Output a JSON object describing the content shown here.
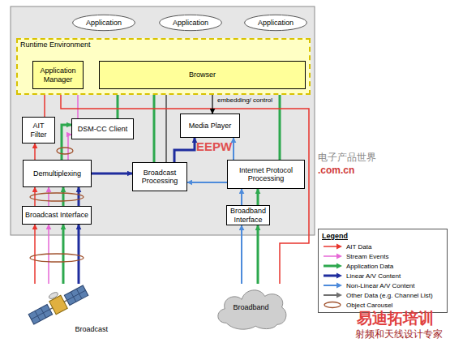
{
  "diagram": {
    "nodes": [
      {
        "text": [
          "Application"
        ]
      },
      {
        "text": [
          "Application"
        ]
      },
      {
        "text": [
          "Application"
        ]
      },
      {
        "text": [
          "Runtime Environment"
        ]
      },
      {
        "text": [
          "Application Manager"
        ],
        "in": 3
      },
      {
        "text": [
          "Browser"
        ],
        "in": 3
      },
      {
        "text": [
          "AIT Filter"
        ]
      },
      {
        "text": [
          "DSM-CC Client"
        ]
      },
      {
        "text": [
          "Media Player"
        ]
      },
      {
        "text": [
          "Demultiplexing"
        ]
      },
      {
        "text": [
          "Broadcast Processing"
        ]
      },
      {
        "text": [
          "Internet Protocol Processing"
        ]
      },
      {
        "text": [
          "Broadcast Interface"
        ]
      },
      {
        "text": [
          "Broadband Interface"
        ]
      },
      {
        "text": [
          "Broadcast"
        ]
      },
      {
        "text": [
          "Broadband"
        ]
      }
    ],
    "edges": [
      {
        "from": 14,
        "to": 12,
        "arrow": "to"
      },
      {
        "from": 14,
        "to": 12,
        "arrow": "to"
      },
      {
        "from": 14,
        "to": 12,
        "arrow": "to"
      },
      {
        "from": 14,
        "to": 12,
        "arrow": "to"
      },
      {
        "from": 12,
        "to": 9,
        "arrow": "to"
      },
      {
        "from": 12,
        "to": 9,
        "arrow": "to"
      },
      {
        "from": 12,
        "to": 9,
        "arrow": "to"
      },
      {
        "from": 12,
        "to": 9,
        "arrow": "to"
      },
      {
        "from": 9,
        "to": 6,
        "arrow": "to"
      },
      {
        "from": 9,
        "to": 7,
        "arrow": "to"
      },
      {
        "from": 9,
        "to": 7,
        "arrow": "to"
      },
      {
        "from": 9,
        "to": 10,
        "arrow": "to"
      },
      {
        "from": 6,
        "to": 4,
        "arrow": "to"
      },
      {
        "from": 7,
        "to": 4,
        "arrow": "to"
      },
      {
        "from": 7,
        "to": 5,
        "arrow": "to"
      },
      {
        "from": 10,
        "to": 8,
        "arrow": "to"
      },
      {
        "from": 10,
        "to": 5,
        "arrow": "to"
      },
      {
        "from": 10,
        "to": 5,
        "arrow": "to"
      },
      {
        "from": 11,
        "to": 8,
        "arrow": "to"
      },
      {
        "from": 11,
        "to": 10,
        "arrow": "to"
      },
      {
        "from": 11,
        "to": 5,
        "arrow": "to"
      },
      {
        "from": 13,
        "to": 11,
        "arrow": "to"
      },
      {
        "from": 13,
        "to": 11,
        "arrow": "to"
      },
      {
        "from": 15,
        "to": 13,
        "arrow": "to"
      },
      {
        "from": 15,
        "to": 13,
        "arrow": "to"
      },
      {
        "from": 15,
        "to": 4,
        "arrow": "to"
      },
      {
        "from": 8,
        "to": 5,
        "arrow": "both",
        "label": "embedding/ control"
      }
    ],
    "labels": [
      "Legend",
      "EEPW",
      "电子产品世界",
      ".com.cn",
      "易迪拓培训",
      "射频和天线设计专家"
    ],
    "legend": [
      {
        "text": "AIT Data"
      },
      {
        "text": "Stream Events"
      },
      {
        "text": "Application Data"
      },
      {
        "text": "Linear A/V Content"
      },
      {
        "text": "Non-Linear A/V Content"
      },
      {
        "text": "Other Data (e.g. Channel List)"
      },
      {
        "text": "Object Carousel"
      }
    ]
  }
}
